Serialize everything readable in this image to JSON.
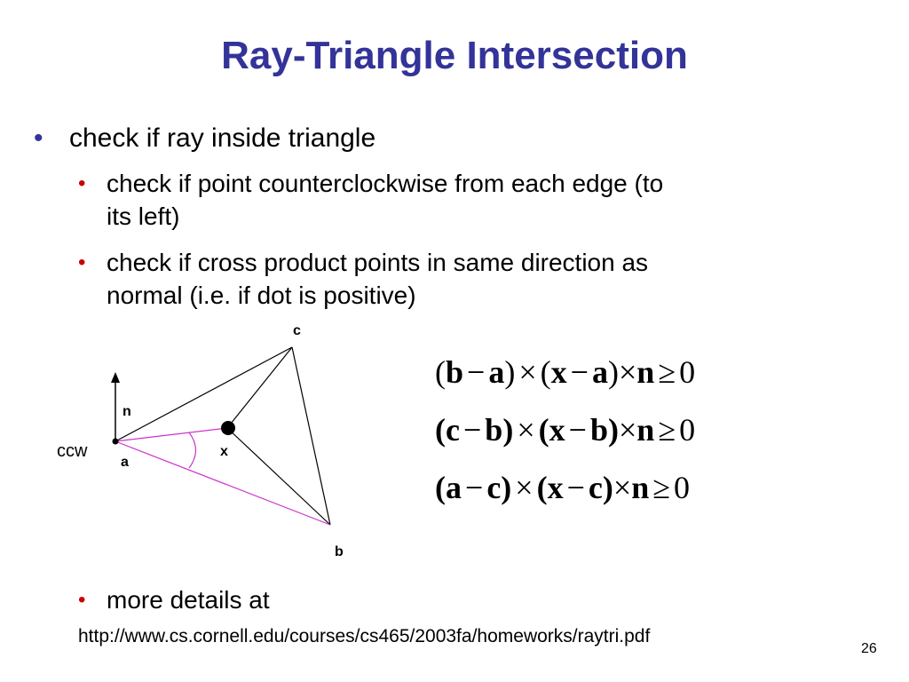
{
  "colors": {
    "title": "#333399",
    "main_bullet": "#333399",
    "sub_bullet": "#cc0000",
    "angle_lines": "#cc33cc",
    "text": "#000000"
  },
  "slide": {
    "title": "Ray-Triangle Intersection",
    "bullets": [
      {
        "text": "check if ray inside triangle",
        "sub": [
          {
            "line1": "check if point counterclockwise from each edge (to",
            "line2": "its left)"
          },
          {
            "line1": "check if cross product points in same direction as",
            "line2": "normal (i.e. if dot is positive)"
          }
        ]
      }
    ],
    "bullet_char": "•",
    "more_details": "more details at",
    "url": "http://www.cs.cornell.edu/courses/cs465/2003fa/homeworks/raytri.pdf",
    "page_number": "26"
  },
  "diagram": {
    "labels": {
      "a": "a",
      "b": "b",
      "c": "c",
      "x": "x",
      "n": "n",
      "ccw": "ccw"
    }
  },
  "equations": [
    {
      "p1": "b",
      "p2": "a",
      "p3": "x",
      "p4": "a",
      "n": "n",
      "zero": "0",
      "bold_first_parens": false
    },
    {
      "p1": "c",
      "p2": "b",
      "p3": "x",
      "p4": "b",
      "n": "n",
      "zero": "0",
      "bold_first_parens": true
    },
    {
      "p1": "a",
      "p2": "c",
      "p3": "x",
      "p4": "c",
      "n": "n",
      "zero": "0",
      "bold_first_parens": true
    }
  ],
  "symbols": {
    "minus": "−",
    "times": "×",
    "geq": "≥",
    "lparen": "(",
    "rparen": ")"
  }
}
